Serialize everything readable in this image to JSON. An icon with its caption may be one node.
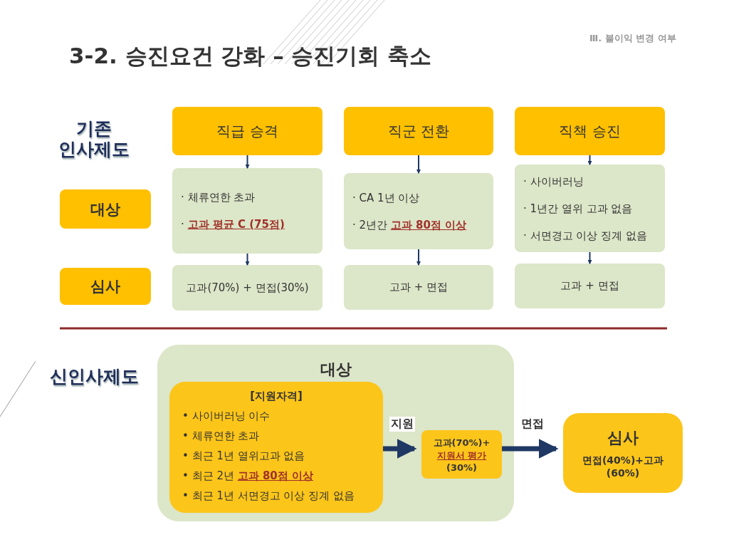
{
  "diagram": {
    "title": "3-2.  승진요건 강화 – 승진기회 축소",
    "nodes": [
      {
        "text": [
          "직급 승격"
        ]
      },
      {
        "text": [
          "직군 전환"
        ]
      },
      {
        "text": [
          "직책 승진"
        ]
      },
      {
        "text": [
          "대상"
        ]
      },
      {
        "text": [
          "심사"
        ]
      },
      {
        "text": [
          "· 체류연한 초과",
          "· **고과 평균 C (75점)**"
        ]
      },
      {
        "text": [
          "· CA 1년 이상",
          "· 2년간 **고과 80점 이상**"
        ]
      },
      {
        "text": [
          "· 사이버러닝",
          "· 1년간 열위 고과 없음",
          "· 서면경고 이상 징계 없음"
        ]
      },
      {
        "text": [
          "고과(70%) + 면접(30%)"
        ]
      },
      {
        "text": [
          "고과 + 면접"
        ]
      },
      {
        "text": [
          "고과 + 면접"
        ]
      },
      {
        "text": [
          "대상"
        ]
      },
      {
        "text": [
          "[지원자격]",
          "• 사이버러닝 이수",
          "• 체류연한 초과",
          "• 최근 1년 열위고과 없음",
          "• 최근 2년 **고과 80점 이상**",
          "• 최근 1년 서면경고 이상 징계 없음"
        ],
        "in": 11
      },
      {
        "text": [
          "고과(70%)+ **지원서 평가** (30%)"
        ],
        "in": 11
      },
      {
        "text": [
          "심사",
          "면접(40%)+고과 (60%)"
        ]
      }
    ],
    "edges": [
      {
        "from": 0,
        "to": 5,
        "arrow": "to"
      },
      {
        "from": 5,
        "to": 8,
        "arrow": "to"
      },
      {
        "from": 1,
        "to": 6,
        "arrow": "to"
      },
      {
        "from": 6,
        "to": 9,
        "arrow": "to"
      },
      {
        "from": 2,
        "to": 7,
        "arrow": "to"
      },
      {
        "from": 7,
        "to": 10,
        "arrow": "to"
      },
      {
        "from": 12,
        "to": 13,
        "arrow": "to",
        "label": "지원",
        "style": "thick"
      },
      {
        "from": 13,
        "to": 14,
        "arrow": "to",
        "label": "면접",
        "style": "thick"
      }
    ],
    "labels": [
      "Ⅲ. 불이익 변경 여부",
      "기존 인사제도",
      "신인사제도"
    ]
  }
}
